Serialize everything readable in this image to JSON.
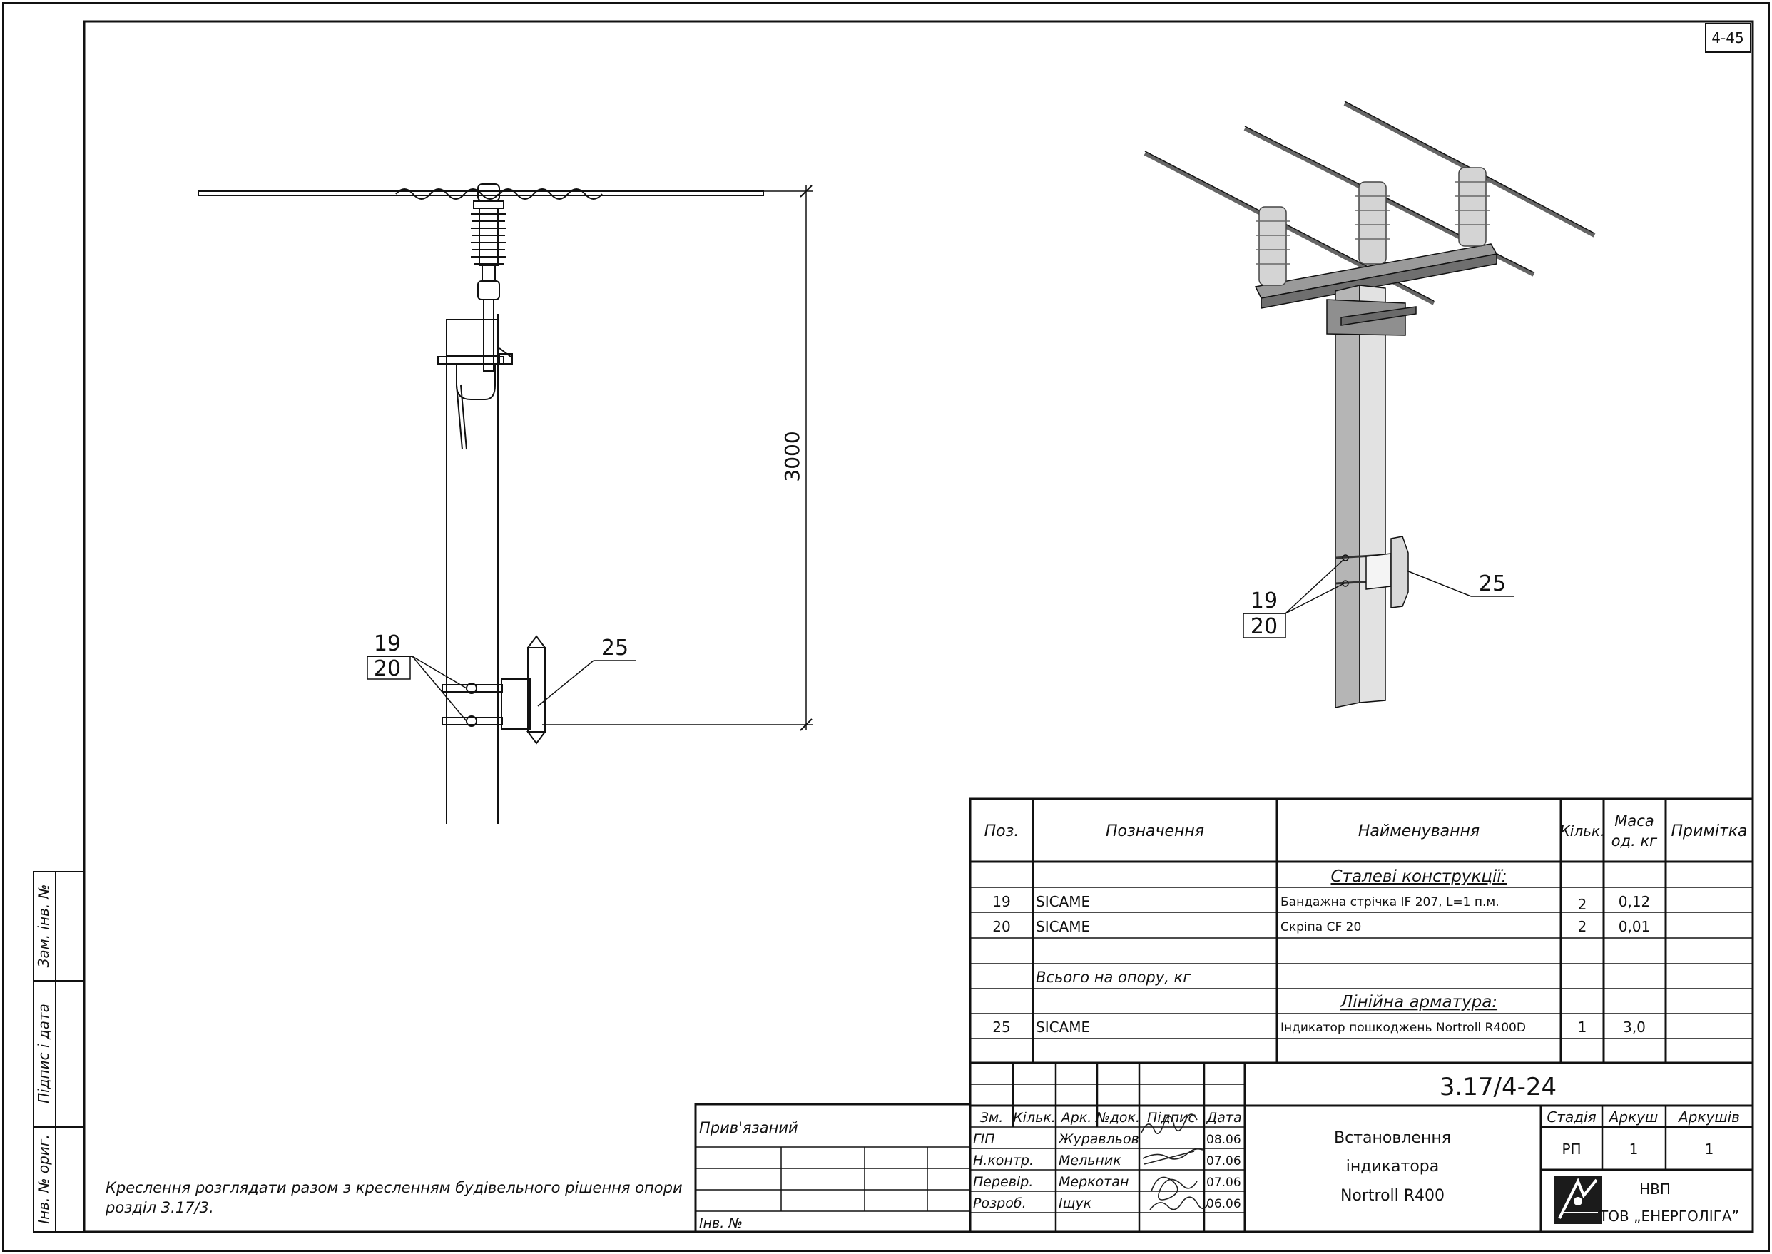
{
  "sheet_code": "4-45",
  "dimension_label": "3000",
  "callouts": {
    "pos_a": "19",
    "pos_b": "20",
    "pos_c": "25"
  },
  "spec_table": {
    "headers": {
      "pos": "Поз.",
      "designation": "Позначення",
      "name": "Найменування",
      "qty": "Кільк.",
      "mass_1": "Маса",
      "mass_2": "од. кг",
      "note": "Примітка"
    },
    "section_steel": "Сталеві конструкції:",
    "row19": {
      "pos": "19",
      "designation": "SICAME",
      "name": "Бандажна стрічка IF 207, L=1 п.м.",
      "qty": "2",
      "mass": "0,12"
    },
    "row20": {
      "pos": "20",
      "designation": "SICAME",
      "name": "Скріпа CF 20",
      "qty": "2",
      "mass": "0,01"
    },
    "total_label": "Всього на опору, кг",
    "section_line": "Лінійна арматура:",
    "row25": {
      "pos": "25",
      "designation": "SICAME",
      "name": "Індикатор пошкоджень Nortroll R400D",
      "qty": "1",
      "mass": "3,0"
    }
  },
  "title_block": {
    "doc_code": "3.17/4-24",
    "headers": {
      "zm": "Зм.",
      "qty": "Кільк.",
      "sheet": "Арк.",
      "doc": "№док.",
      "sign": "Підпис",
      "date": "Дата"
    },
    "staff": [
      {
        "role": "ГІП",
        "name": "Журавльов",
        "date": "08.06"
      },
      {
        "role": "Н.контр.",
        "name": "Мельник",
        "date": "07.06"
      },
      {
        "role": "Перевір.",
        "name": "Меркотан",
        "date": "07.06"
      },
      {
        "role": "Розроб.",
        "name": "Іщук",
        "date": "06.06"
      }
    ],
    "title_1": "Встановлення",
    "title_2": "індикатора",
    "title_3": "Nortroll R400",
    "stage_label": "Стадія",
    "sheet_label": "Аркуш",
    "sheets_label": "Аркушів",
    "stage": "РП",
    "sheet": "1",
    "sheets": "1",
    "org_1": "НВП",
    "org_2": "ТОВ „ЕНЕРГОЛІГА”"
  },
  "bound_label": "Прив'язаний",
  "inv_label": "Інв. №",
  "side_stamp": {
    "replace": "Зам. інв. №",
    "sign_date": "Підпис і дата",
    "orig_inv": "Інв. № ориг."
  },
  "note_line1": "Креслення розглядати разом з кресленням будівельного рішення опори",
  "note_line2": "розділ 3.17/3."
}
